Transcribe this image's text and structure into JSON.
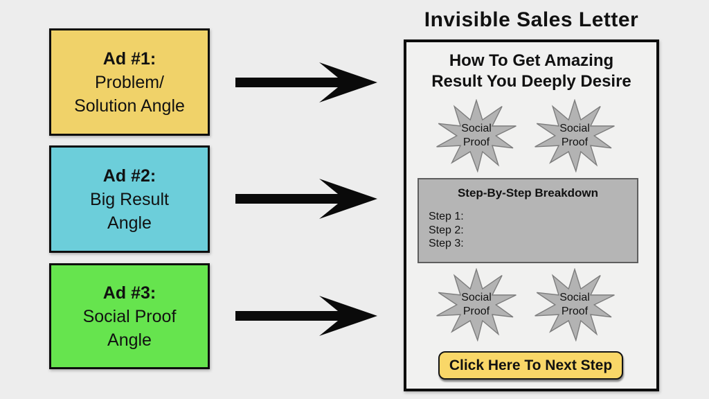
{
  "page": {
    "background": "#EDEDED"
  },
  "ads": [
    {
      "title": "Ad #1:",
      "line2": "Problem/",
      "line3": "Solution Angle",
      "color": "#F0D269"
    },
    {
      "title": "Ad #2:",
      "line2": "Big Result",
      "line3": "Angle",
      "color": "#6CCEDA"
    },
    {
      "title": "Ad #3:",
      "line2": "Social Proof",
      "line3": "Angle",
      "color": "#66E44E"
    }
  ],
  "sales_letter": {
    "title": "Invisible Sales Letter",
    "headline1": "How To Get Amazing",
    "headline2": "Result You Deeply Desire",
    "social_proof": {
      "line1": "Social",
      "line2": "Proof",
      "fill": "#B3B3B3",
      "stroke": "#7D7D7D"
    },
    "steps_box": {
      "title": "Step-By-Step Breakdown",
      "steps": [
        "Step 1:",
        "Step 2:",
        "Step 3:"
      ],
      "background": "#B5B5B5"
    },
    "cta": {
      "label": "Click Here To Next Step",
      "background": "#F9D768"
    }
  }
}
